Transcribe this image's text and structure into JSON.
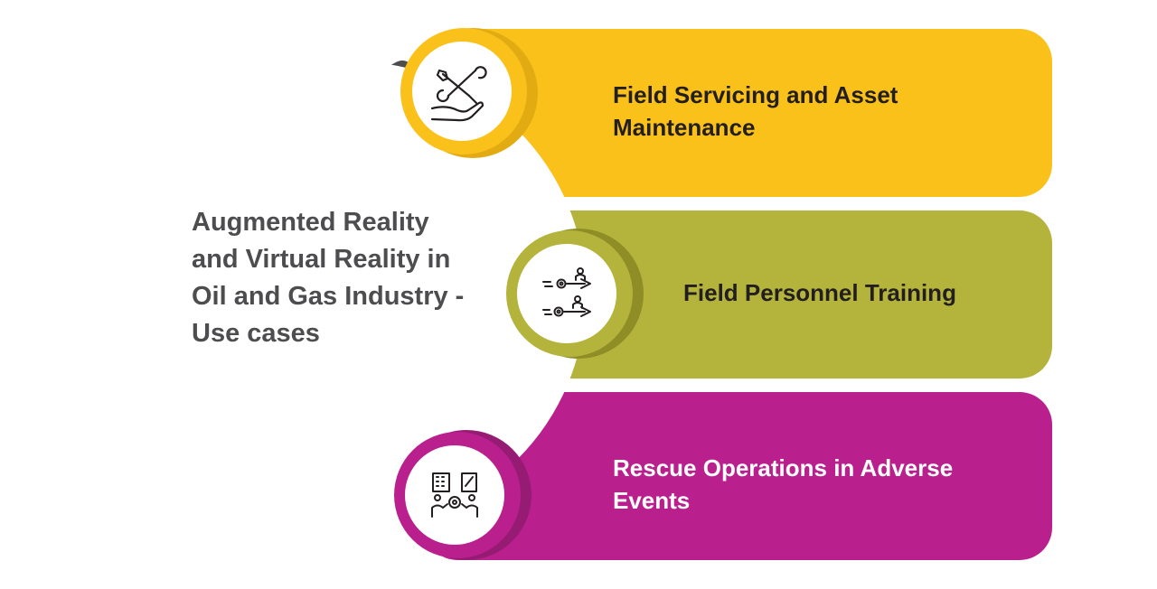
{
  "center": {
    "title": "Augmented Reality and Virtual Reality in Oil and Gas Industry - Use cases"
  },
  "use_cases": [
    {
      "label": "Field Servicing and Asset Maintenance",
      "icon": "tools-in-hand-icon",
      "color": "#fbc11b",
      "shade": "#e2ab12"
    },
    {
      "label": "Field Personnel Training",
      "icon": "personnel-training-icon",
      "color": "#b4b33b",
      "shade": "#8e8d26"
    },
    {
      "label": "Rescue Operations in Adverse Events",
      "icon": "rescue-operations-icon",
      "color": "#b91f8d",
      "shade": "#951b73"
    }
  ],
  "colors": {
    "ring": "#4d4d4f",
    "icon_stroke": "#231f20",
    "background": "#ffffff"
  }
}
